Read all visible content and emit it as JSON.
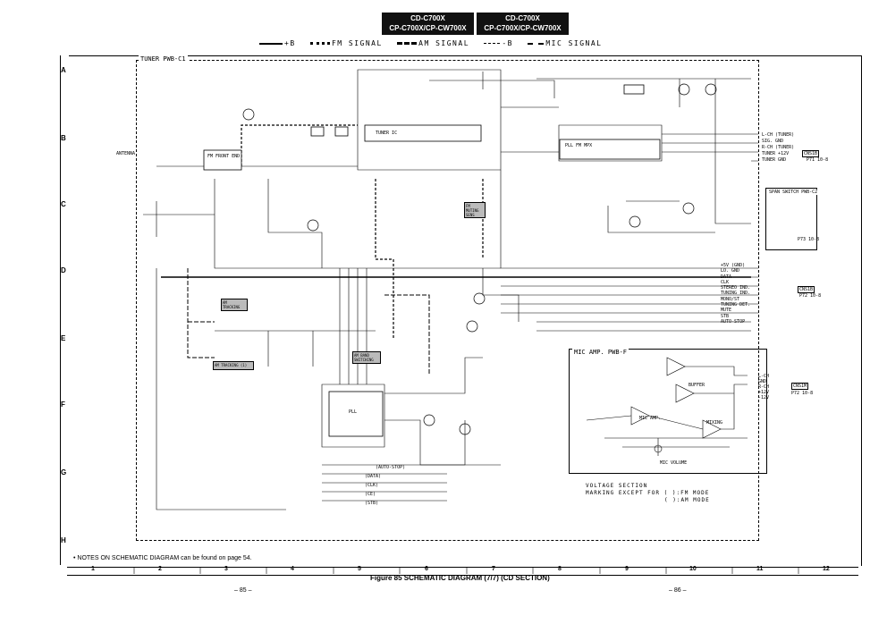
{
  "header": {
    "left_line1": "CD-C700X",
    "left_line2": "CP-C700X/CP-CW700X",
    "right_line1": "CD-C700X",
    "right_line2": "CP-C700X/CP-CW700X"
  },
  "legend": {
    "b_plus": "+B",
    "fm_signal": "FM SIGNAL",
    "am_signal": "AM SIGNAL",
    "b_minus": "-B",
    "mic_signal": "MIC SIGNAL"
  },
  "rows": [
    "A",
    "B",
    "C",
    "D",
    "E",
    "F",
    "G",
    "H"
  ],
  "columns": [
    "1",
    "2",
    "3",
    "4",
    "5",
    "6",
    "7",
    "8",
    "9",
    "10",
    "11",
    "12"
  ],
  "panels": {
    "tuner": "TUNER PWB-C1",
    "mic_amp": "MIC AMP. PWB-F",
    "span_switch": "SPAN SWITCH PWB-C2"
  },
  "labels": {
    "fm_front_end": "FM FRONT END",
    "am_tracking": "AM TRACKING",
    "am_band": "AM BAND SWITCHING",
    "am_tracking_link": "AM TRACKING (1)",
    "fm_muting": "FM MUTING SENS",
    "ant": "ANTENNA",
    "ic_mpx": "PLL FM MPX",
    "ic_pll": "PLL",
    "ic_tuner": "TUNER IC",
    "mic_vol": "MIC VOLUME",
    "mic_amp": "MIC AMP.",
    "mic_buffer": "BUFFER",
    "mic_mixing": "MIXING",
    "cnp_tuner": "CNS1B",
    "cnp_mic": "CNS1M",
    "to_pwb_c1": "P71 10-8",
    "to_pwb_c2": "P73 10-8",
    "to_pwb_f": "P72 10-8"
  },
  "connector_top_right": [
    "L-CH (TUNER)",
    "SIG. GND",
    "R-CH (TUNER)",
    "TUNER +12V",
    "TUNER GND"
  ],
  "connector_mid_right": [
    "+5V (GND)",
    "LO. GND",
    "DATA",
    "CLK",
    "STEREO IND.",
    "TUNING IND.",
    "MONO/ST",
    "TUNING DET.",
    "MUTE",
    "STB",
    "AUTO-STOP"
  ],
  "connector_mic": [
    "L-CH",
    "GND",
    "R-CH",
    "+12V",
    "-12V"
  ],
  "bus_labels": [
    "(AUTO-STOP)",
    "(DATA)",
    "(CLK)",
    "(CE)",
    "(STB)"
  ],
  "voltage_note": {
    "line1": "VOLTAGE SECTION",
    "line2": "MARKING EXCEPT FOR (  ):FM MODE",
    "line3": "(  ):AM MODE"
  },
  "notes": "• NOTES ON SCHEMATIC DIAGRAM can be found on page 54.",
  "figure_caption": "Figure 85  SCHEMATIC DIAGRAM (7/7)  (CD SECTION)",
  "page_left": "– 85 –",
  "page_right": "– 86 –"
}
